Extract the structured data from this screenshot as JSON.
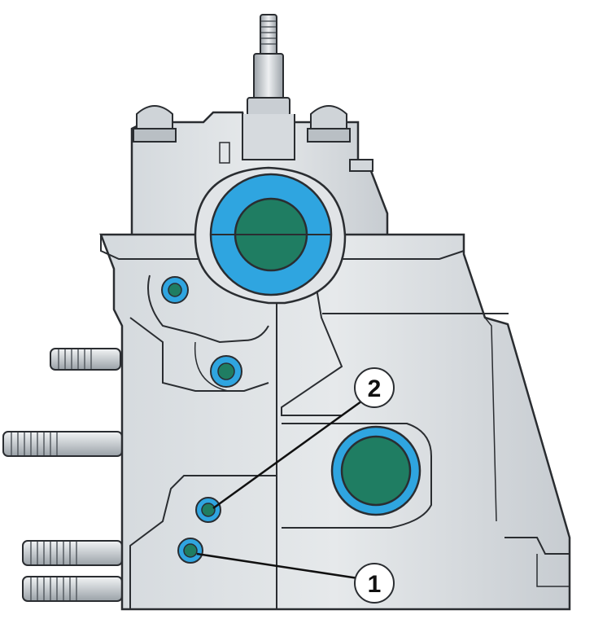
{
  "diagram": {
    "colors": {
      "metal_light": "#dfe3e6",
      "metal_mid": "#c9ced3",
      "metal_dark": "#b3b9bf",
      "outline": "#2a2d31",
      "blue_ring": "#2fa5e0",
      "green_core": "#1f7d62",
      "label_fill": "#ffffff"
    },
    "callouts": [
      {
        "id": "1",
        "label": "1"
      },
      {
        "id": "2",
        "label": "2"
      }
    ]
  }
}
